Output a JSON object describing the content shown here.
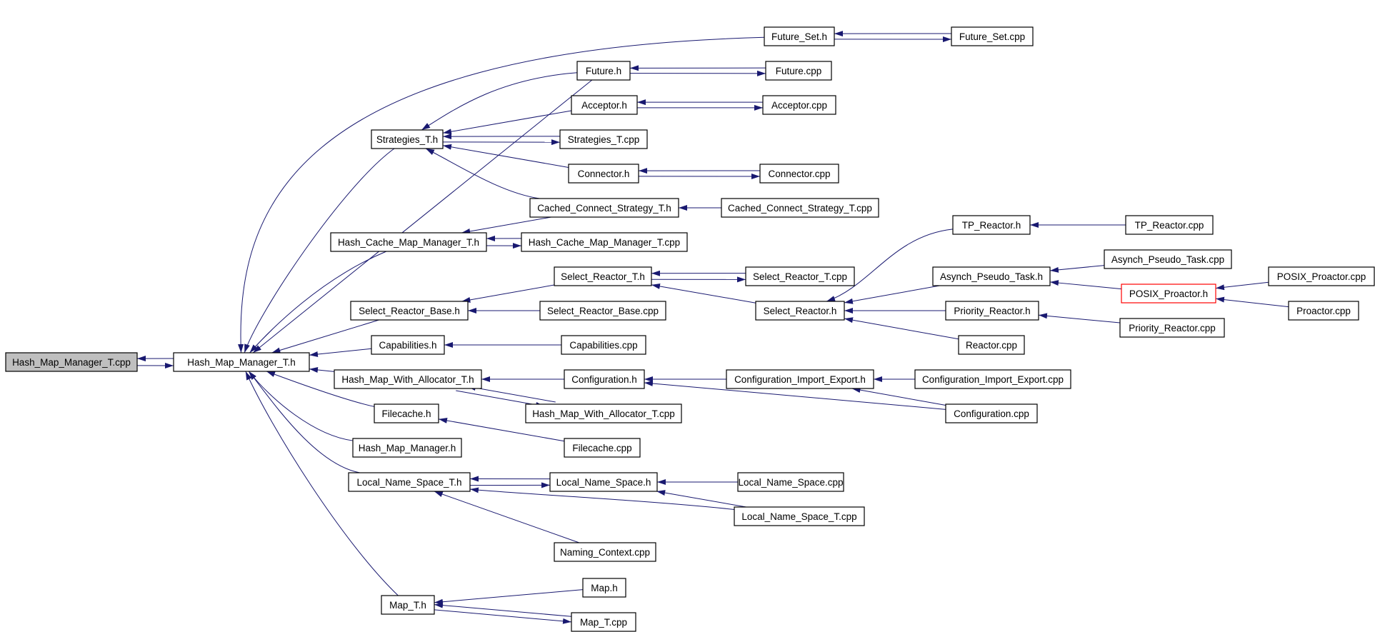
{
  "graph": {
    "edge_color": "#191970",
    "root_fill": "#bfbfbf",
    "highlight_border": "#ff0000",
    "nodes": [
      {
        "id": "n0",
        "label": "Hash_Map_Manager_T.cpp",
        "style": "root"
      },
      {
        "id": "n1",
        "label": "Hash_Map_Manager_T.h"
      },
      {
        "id": "n2",
        "label": "Future_Set.h"
      },
      {
        "id": "n3",
        "label": "Future_Set.cpp"
      },
      {
        "id": "n4",
        "label": "Future.h"
      },
      {
        "id": "n5",
        "label": "Future.cpp"
      },
      {
        "id": "n6",
        "label": "Acceptor.h"
      },
      {
        "id": "n7",
        "label": "Acceptor.cpp"
      },
      {
        "id": "n8",
        "label": "Strategies_T.h"
      },
      {
        "id": "n9",
        "label": "Strategies_T.cpp"
      },
      {
        "id": "n10",
        "label": "Connector.h"
      },
      {
        "id": "n11",
        "label": "Connector.cpp"
      },
      {
        "id": "n12",
        "label": "Cached_Connect_Strategy_T.h"
      },
      {
        "id": "n13",
        "label": "Cached_Connect_Strategy_T.cpp"
      },
      {
        "id": "n14",
        "label": "Hash_Cache_Map_Manager_T.h"
      },
      {
        "id": "n15",
        "label": "Hash_Cache_Map_Manager_T.cpp"
      },
      {
        "id": "n16",
        "label": "TP_Reactor.h"
      },
      {
        "id": "n17",
        "label": "TP_Reactor.cpp"
      },
      {
        "id": "n18",
        "label": "Asynch_Pseudo_Task.cpp"
      },
      {
        "id": "n19",
        "label": "Select_Reactor_T.h"
      },
      {
        "id": "n20",
        "label": "Select_Reactor_T.cpp"
      },
      {
        "id": "n21",
        "label": "Asynch_Pseudo_Task.h"
      },
      {
        "id": "n22",
        "label": "POSIX_Proactor.cpp"
      },
      {
        "id": "n23",
        "label": "POSIX_Proactor.h",
        "style": "highlight"
      },
      {
        "id": "n24",
        "label": "Select_Reactor_Base.h"
      },
      {
        "id": "n25",
        "label": "Select_Reactor_Base.cpp"
      },
      {
        "id": "n26",
        "label": "Select_Reactor.h"
      },
      {
        "id": "n27",
        "label": "Priority_Reactor.h"
      },
      {
        "id": "n28",
        "label": "Proactor.cpp"
      },
      {
        "id": "n29",
        "label": "Priority_Reactor.cpp"
      },
      {
        "id": "n30",
        "label": "Capabilities.h"
      },
      {
        "id": "n31",
        "label": "Capabilities.cpp"
      },
      {
        "id": "n32",
        "label": "Reactor.cpp"
      },
      {
        "id": "n33",
        "label": "Hash_Map_With_Allocator_T.h"
      },
      {
        "id": "n34",
        "label": "Configuration.h"
      },
      {
        "id": "n35",
        "label": "Configuration_Import_Export.h"
      },
      {
        "id": "n36",
        "label": "Configuration_Import_Export.cpp"
      },
      {
        "id": "n37",
        "label": "Filecache.h"
      },
      {
        "id": "n38",
        "label": "Hash_Map_With_Allocator_T.cpp"
      },
      {
        "id": "n39",
        "label": "Configuration.cpp"
      },
      {
        "id": "n40",
        "label": "Hash_Map_Manager.h"
      },
      {
        "id": "n41",
        "label": "Filecache.cpp"
      },
      {
        "id": "n42",
        "label": "Local_Name_Space_T.h"
      },
      {
        "id": "n43",
        "label": "Local_Name_Space.h"
      },
      {
        "id": "n44",
        "label": "Local_Name_Space.cpp"
      },
      {
        "id": "n45",
        "label": "Local_Name_Space_T.cpp"
      },
      {
        "id": "n46",
        "label": "Naming_Context.cpp"
      },
      {
        "id": "n47",
        "label": "Map.h"
      },
      {
        "id": "n48",
        "label": "Map_T.h"
      },
      {
        "id": "n49",
        "label": "Map_T.cpp"
      }
    ],
    "edges": [
      [
        "n1",
        "n0"
      ],
      [
        "n0",
        "n1"
      ],
      [
        "n2",
        "n1"
      ],
      [
        "n4",
        "n1"
      ],
      [
        "n8",
        "n1"
      ],
      [
        "n14",
        "n1"
      ],
      [
        "n24",
        "n1"
      ],
      [
        "n30",
        "n1"
      ],
      [
        "n33",
        "n1"
      ],
      [
        "n37",
        "n1"
      ],
      [
        "n40",
        "n1"
      ],
      [
        "n42",
        "n1"
      ],
      [
        "n48",
        "n1"
      ],
      [
        "n3",
        "n2"
      ],
      [
        "n2",
        "n3"
      ],
      [
        "n5",
        "n4"
      ],
      [
        "n4",
        "n5"
      ],
      [
        "n7",
        "n6"
      ],
      [
        "n6",
        "n7"
      ],
      [
        "n4",
        "n8"
      ],
      [
        "n6",
        "n8"
      ],
      [
        "n9",
        "n8"
      ],
      [
        "n8",
        "n9"
      ],
      [
        "n10",
        "n8"
      ],
      [
        "n12",
        "n8"
      ],
      [
        "n11",
        "n10"
      ],
      [
        "n10",
        "n11"
      ],
      [
        "n13",
        "n12"
      ],
      [
        "n12",
        "n14"
      ],
      [
        "n15",
        "n14"
      ],
      [
        "n14",
        "n15"
      ],
      [
        "n19",
        "n24"
      ],
      [
        "n25",
        "n24"
      ],
      [
        "n20",
        "n19"
      ],
      [
        "n19",
        "n20"
      ],
      [
        "n26",
        "n19"
      ],
      [
        "n16",
        "n26"
      ],
      [
        "n21",
        "n26"
      ],
      [
        "n27",
        "n26"
      ],
      [
        "n32",
        "n26"
      ],
      [
        "n17",
        "n16"
      ],
      [
        "n18",
        "n21"
      ],
      [
        "n23",
        "n21"
      ],
      [
        "n22",
        "n23"
      ],
      [
        "n28",
        "n23"
      ],
      [
        "n29",
        "n27"
      ],
      [
        "n31",
        "n30"
      ],
      [
        "n34",
        "n33"
      ],
      [
        "n38",
        "n33"
      ],
      [
        "n33",
        "n38"
      ],
      [
        "n35",
        "n34"
      ],
      [
        "n39",
        "n34"
      ],
      [
        "n36",
        "n35"
      ],
      [
        "n39",
        "n35"
      ],
      [
        "n41",
        "n37"
      ],
      [
        "n43",
        "n42"
      ],
      [
        "n42",
        "n43"
      ],
      [
        "n44",
        "n43"
      ],
      [
        "n45",
        "n43"
      ],
      [
        "n45",
        "n42"
      ],
      [
        "n46",
        "n42"
      ],
      [
        "n47",
        "n48"
      ],
      [
        "n49",
        "n48"
      ],
      [
        "n48",
        "n49"
      ]
    ]
  }
}
